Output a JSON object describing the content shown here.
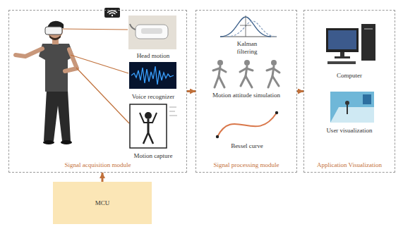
{
  "diagram": {
    "nodes": [
      {
        "text": [
          "Signal acquisition module"
        ]
      },
      {
        "text": [
          "Head motion"
        ],
        "in": 0
      },
      {
        "text": [
          "Voice recognizer"
        ],
        "in": 0
      },
      {
        "text": [
          "Motion capture"
        ],
        "in": 0
      },
      {
        "text": [
          "Signal processing module"
        ]
      },
      {
        "text": [
          "Kalman filtering"
        ],
        "in": 4
      },
      {
        "text": [
          "Motion attitude simulation"
        ],
        "in": 4
      },
      {
        "text": [
          "Bessel curve"
        ],
        "in": 4
      },
      {
        "text": [
          "Application Visualization"
        ]
      },
      {
        "text": [
          "Computer"
        ],
        "in": 8
      },
      {
        "text": [
          "User visualization"
        ],
        "in": 8
      },
      {
        "text": [
          "MCU"
        ]
      }
    ],
    "edges": [
      {
        "from": 0,
        "to": 4,
        "arrow": "to"
      },
      {
        "from": 4,
        "to": 8,
        "arrow": "to"
      },
      {
        "from": 11,
        "to": 0,
        "arrow": "to"
      }
    ]
  }
}
